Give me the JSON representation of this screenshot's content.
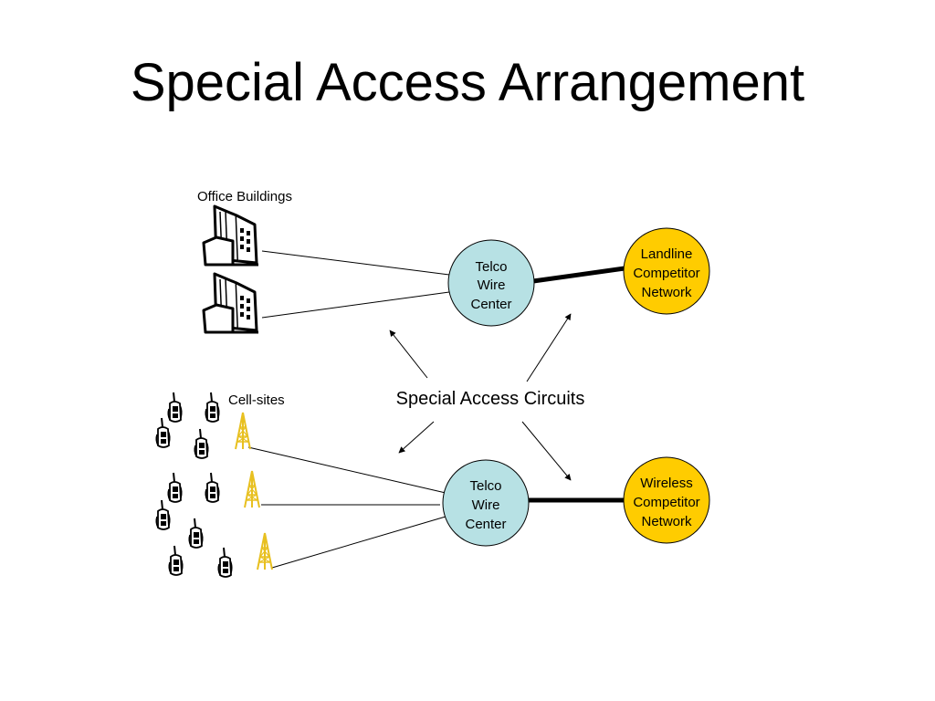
{
  "slide": {
    "title": "Special Access Arrangement"
  },
  "labels": {
    "office_buildings": "Office Buildings",
    "cell_sites": "Cell-sites",
    "circuits": "Special Access Circuits"
  },
  "nodes": {
    "telco_top": [
      "Telco",
      "Wire",
      "Center"
    ],
    "telco_bottom": [
      "Telco",
      "Wire",
      "Center"
    ],
    "landline": [
      "Landline",
      "Competitor",
      "Network"
    ],
    "wireless": [
      "Wireless",
      "Competitor",
      "Network"
    ]
  },
  "colors": {
    "telco_fill": "#b7e1e4",
    "competitor_fill": "#ffcc00",
    "tower": "#e8c020"
  },
  "icons": [
    "office-building-icon",
    "cell-phone-icon",
    "cell-tower-icon",
    "arrow-icon"
  ]
}
